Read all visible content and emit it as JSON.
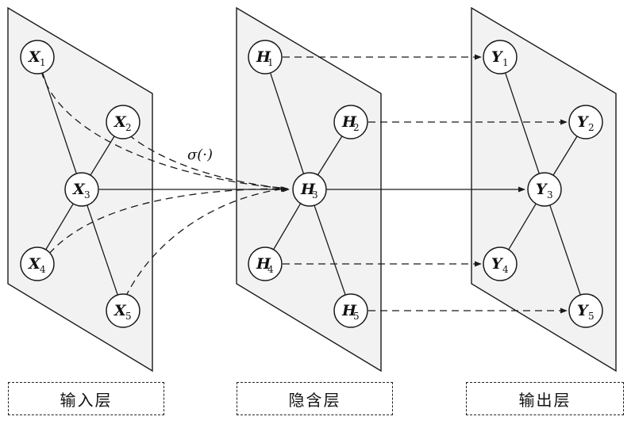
{
  "layers": [
    {
      "label": "输入层",
      "letter": "X",
      "subs": [
        "1",
        "2",
        "3",
        "4",
        "5"
      ]
    },
    {
      "label": "隐含层",
      "letter": "H",
      "subs": [
        "1",
        "2",
        "3",
        "4",
        "5"
      ]
    },
    {
      "label": "输出层",
      "letter": "Y",
      "subs": [
        "1",
        "2",
        "3",
        "4",
        "5"
      ]
    }
  ],
  "activation_label": "σ(·)"
}
